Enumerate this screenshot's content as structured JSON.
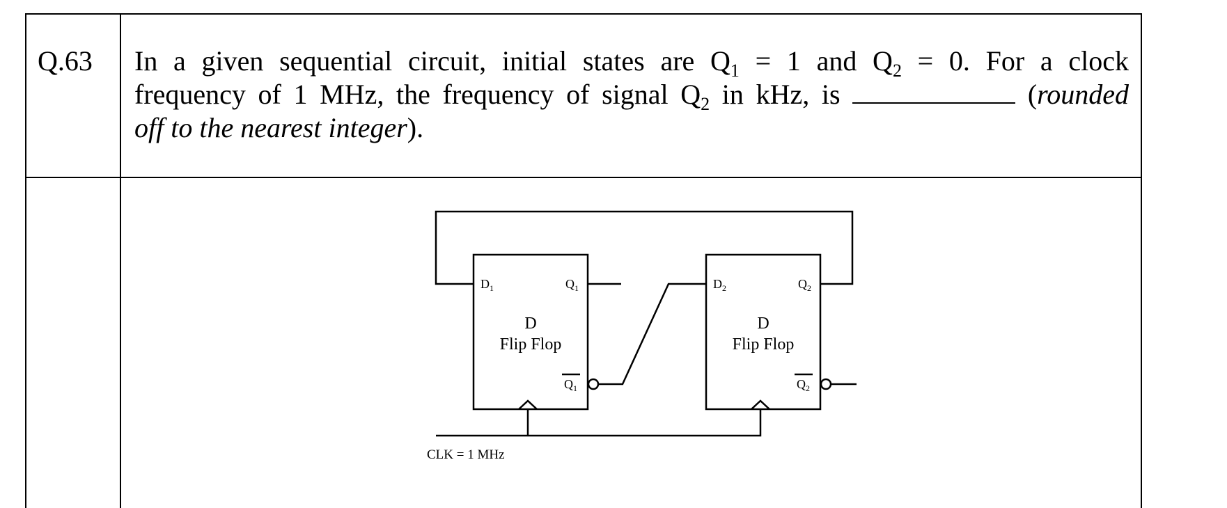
{
  "question": {
    "number": "Q.63",
    "line1_a": "In a given sequential circuit, initial states are Q",
    "line1_sub1": "1",
    "line1_b": " = 1 and Q",
    "line1_sub2": "2",
    "line1_c": " = 0.  For a clock",
    "line2_a": "frequency of 1 MHz, the frequency of signal Q",
    "line2_sub": "2",
    "line2_b": " in kHz, is ",
    "line2_c": " (",
    "line2_italic": "rounded",
    "line3_italic": "off to the nearest integer",
    "line3_end": ")."
  },
  "diagram": {
    "ff1": {
      "title": "D",
      "subtitle": "Flip Flop",
      "d_label": "D",
      "d_sub": "1",
      "q_label": "Q",
      "q_sub": "1",
      "qbar_label": "Q",
      "qbar_sub": "1"
    },
    "ff2": {
      "title": "D",
      "subtitle": "Flip Flop",
      "d_label": "D",
      "d_sub": "2",
      "q_label": "Q",
      "q_sub": "2",
      "qbar_label": "Q",
      "qbar_sub": "2"
    },
    "clk_label": "CLK = 1 MHz"
  }
}
